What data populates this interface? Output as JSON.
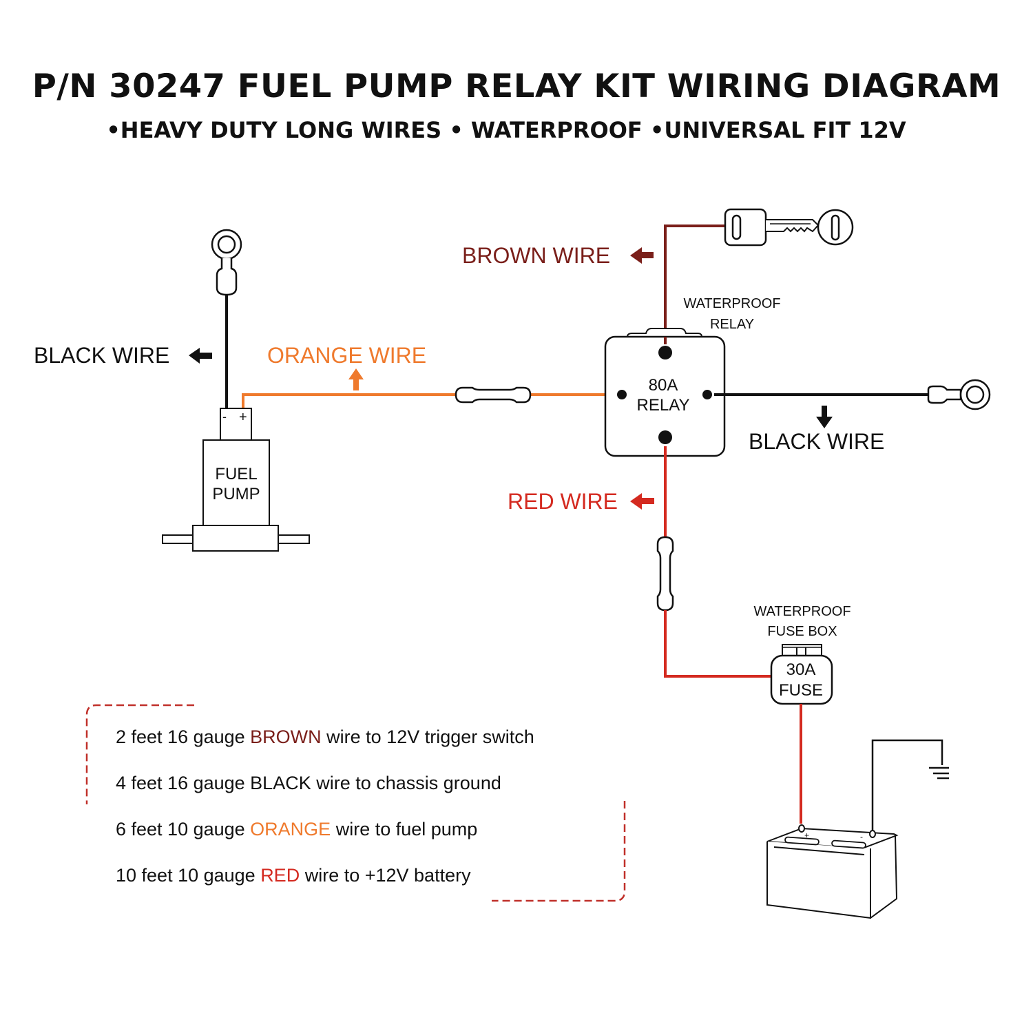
{
  "title": "P/N 30247 FUEL PUMP RELAY KIT WIRING DIAGRAM",
  "subtitle": "•HEAVY DUTY LONG WIRES • WATERPROOF •UNIVERSAL FIT 12V",
  "colors": {
    "brown": "#7a1f1a",
    "orange": "#ef7a2d",
    "red": "#d42a20",
    "black": "#111111",
    "legend_border": "#c0302a"
  },
  "labels": {
    "brown_wire": "BROWN WIRE",
    "black_wire_left": "BLACK WIRE",
    "orange_wire": "ORANGE WIRE",
    "black_wire_right": "BLACK WIRE",
    "red_wire": "RED WIRE",
    "relay_caption_1": "WATERPROOF",
    "relay_caption_2": "RELAY",
    "relay_text_1": "80A",
    "relay_text_2": "RELAY",
    "fuse_caption_1": "WATERPROOF",
    "fuse_caption_2": "FUSE BOX",
    "fuse_text_1": "30A",
    "fuse_text_2": "FUSE",
    "pump_text_1": "FUEL",
    "pump_text_2": "PUMP",
    "pump_minus": "-",
    "pump_plus": "+",
    "battery_plus": "+",
    "battery_minus": "-"
  },
  "icons": {
    "key": "ignition-key-icon",
    "ground": "ground-symbol-icon",
    "battery": "battery-icon",
    "ring_terminal": "ring-terminal-icon",
    "inline_connector": "inline-connector-icon",
    "arrow": "arrow-icon"
  },
  "legend": [
    {
      "pre": "2 feet 16 gauge ",
      "color_word": "BROWN",
      "color": "brown",
      "post": " wire to 12V trigger switch"
    },
    {
      "pre": "4 feet 16 gauge ",
      "color_word": "BLACK",
      "color": "black",
      "post": " wire to chassis ground"
    },
    {
      "pre": "6 feet 10 gauge ",
      "color_word": "ORANGE",
      "color": "orange",
      "post": " wire to fuel pump"
    },
    {
      "pre": "10 feet 10 gauge ",
      "color_word": "RED",
      "color": "red",
      "post": " wire to +12V battery"
    }
  ]
}
